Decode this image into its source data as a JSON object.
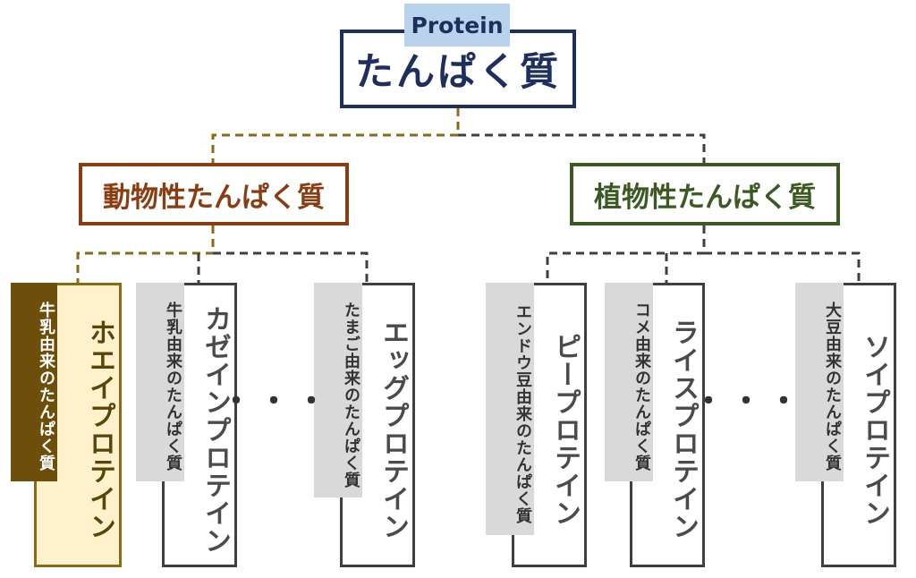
{
  "root": {
    "badge": "Protein",
    "title": "たんぱく質"
  },
  "categories": {
    "animal": {
      "label": "動物性たんぱく質",
      "color": "#8b3d12"
    },
    "plant": {
      "label": "植物性たんぱく質",
      "color": "#3b5a22"
    }
  },
  "products": {
    "whey": {
      "name": "ホエイプロテイン",
      "origin": "牛乳由来のたんぱく質"
    },
    "casein": {
      "name": "カゼインプロテイン",
      "origin": "牛乳由来のたんぱく質"
    },
    "egg": {
      "name": "エッグプロテイン",
      "origin": "たまご由来のたんぱく質"
    },
    "pea": {
      "name": "ピープロテイン",
      "origin": "エンドウ豆由来のたんぱく質"
    },
    "rice": {
      "name": "ライスプロテイン",
      "origin": "コメ由来のたんぱく質"
    },
    "soy": {
      "name": "ソイプロテイン",
      "origin": "大豆由来のたんぱく質"
    }
  },
  "ellipsis": "・・・",
  "colors": {
    "navy": "#1e2f5c",
    "badge": "#b9d3ec",
    "animal_connector": "#8a6a12",
    "gray_connector": "#3f3f3f",
    "whey_fill": "#fdf2cc",
    "whey_tag": "#6d4e0b"
  }
}
